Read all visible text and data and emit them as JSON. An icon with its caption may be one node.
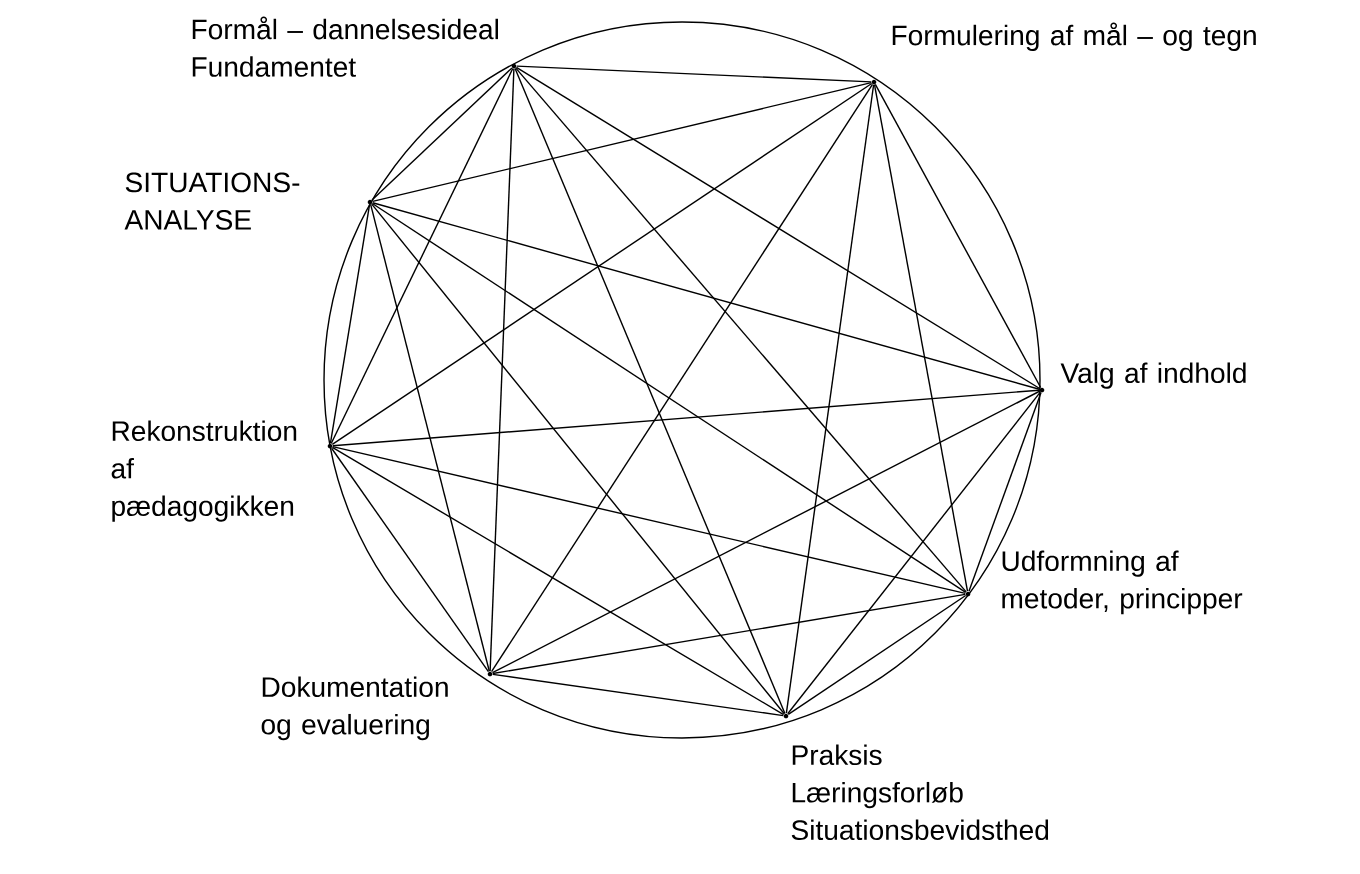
{
  "diagram": {
    "nodes": [
      {
        "text": [
          "Formål – dannelsesideal",
          "Fundamentet"
        ]
      },
      {
        "text": [
          "Formulering af mål – og tegn"
        ]
      },
      {
        "text": [
          "SITUATIONS-ANALYSE"
        ]
      },
      {
        "text": [
          "Valg af indhold"
        ]
      },
      {
        "text": [
          "Rekonstruktion af pædagogikken"
        ]
      },
      {
        "text": [
          "Udformning af metoder, principper"
        ]
      },
      {
        "text": [
          "Dokumentation og evaluering"
        ]
      },
      {
        "text": [
          "Praksis",
          "Læringsforløb",
          "Situationsbevidsthed"
        ]
      }
    ],
    "edges": [
      {
        "from": 0,
        "to": 1,
        "arrow": "none"
      },
      {
        "from": 0,
        "to": 2,
        "arrow": "none"
      },
      {
        "from": 0,
        "to": 3,
        "arrow": "none"
      },
      {
        "from": 0,
        "to": 4,
        "arrow": "none"
      },
      {
        "from": 0,
        "to": 5,
        "arrow": "none"
      },
      {
        "from": 0,
        "to": 6,
        "arrow": "none"
      },
      {
        "from": 0,
        "to": 7,
        "arrow": "none"
      },
      {
        "from": 1,
        "to": 2,
        "arrow": "none"
      },
      {
        "from": 1,
        "to": 3,
        "arrow": "none"
      },
      {
        "from": 1,
        "to": 4,
        "arrow": "none"
      },
      {
        "from": 1,
        "to": 5,
        "arrow": "none"
      },
      {
        "from": 1,
        "to": 6,
        "arrow": "none"
      },
      {
        "from": 1,
        "to": 7,
        "arrow": "none"
      },
      {
        "from": 2,
        "to": 3,
        "arrow": "none"
      },
      {
        "from": 2,
        "to": 4,
        "arrow": "none"
      },
      {
        "from": 2,
        "to": 5,
        "arrow": "none"
      },
      {
        "from": 2,
        "to": 6,
        "arrow": "none"
      },
      {
        "from": 2,
        "to": 7,
        "arrow": "none"
      },
      {
        "from": 3,
        "to": 4,
        "arrow": "none"
      },
      {
        "from": 3,
        "to": 5,
        "arrow": "none"
      },
      {
        "from": 3,
        "to": 6,
        "arrow": "none"
      },
      {
        "from": 3,
        "to": 7,
        "arrow": "none"
      },
      {
        "from": 4,
        "to": 5,
        "arrow": "none"
      },
      {
        "from": 4,
        "to": 6,
        "arrow": "none"
      },
      {
        "from": 4,
        "to": 7,
        "arrow": "none"
      },
      {
        "from": 5,
        "to": 6,
        "arrow": "none"
      },
      {
        "from": 5,
        "to": 7,
        "arrow": "none"
      },
      {
        "from": 6,
        "to": 7,
        "arrow": "none"
      }
    ]
  }
}
